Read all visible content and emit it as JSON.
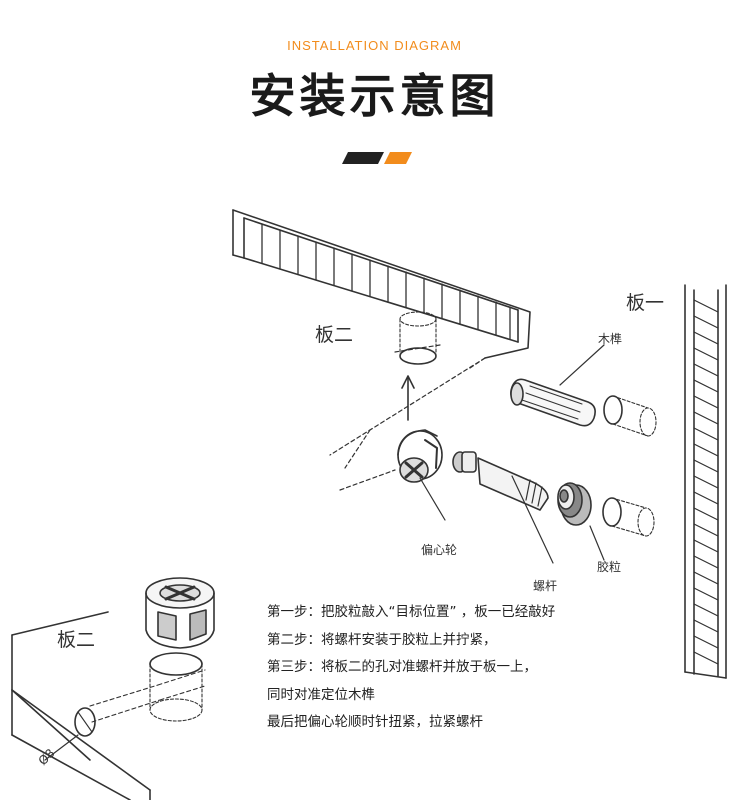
{
  "header": {
    "subtitle": "INSTALLATION DIAGRAM",
    "title": "安装示意图",
    "accent_color": "#f28c1c",
    "dark_color": "#222222"
  },
  "labels": {
    "board_two_top": "板二",
    "board_one": "板一",
    "wood_dowel": "木榫",
    "eccentric_wheel": "偏心轮",
    "screw_rod": "螺杆",
    "rubber_plug": "胶粒",
    "board_two_bottom": "板二",
    "diameter": "Ø8"
  },
  "steps": [
    "第一步：把胶粒敲入“目标位置” ，板一已经敲好",
    "第二步：将螺杆安装于胶粒上并拧紧，",
    "第三步：将板二的孔对准螺杆并放于板一上，",
    "同时对准定位木榫",
    "最后把偏心轮顺时针扭紧，拉紧螺杆"
  ]
}
